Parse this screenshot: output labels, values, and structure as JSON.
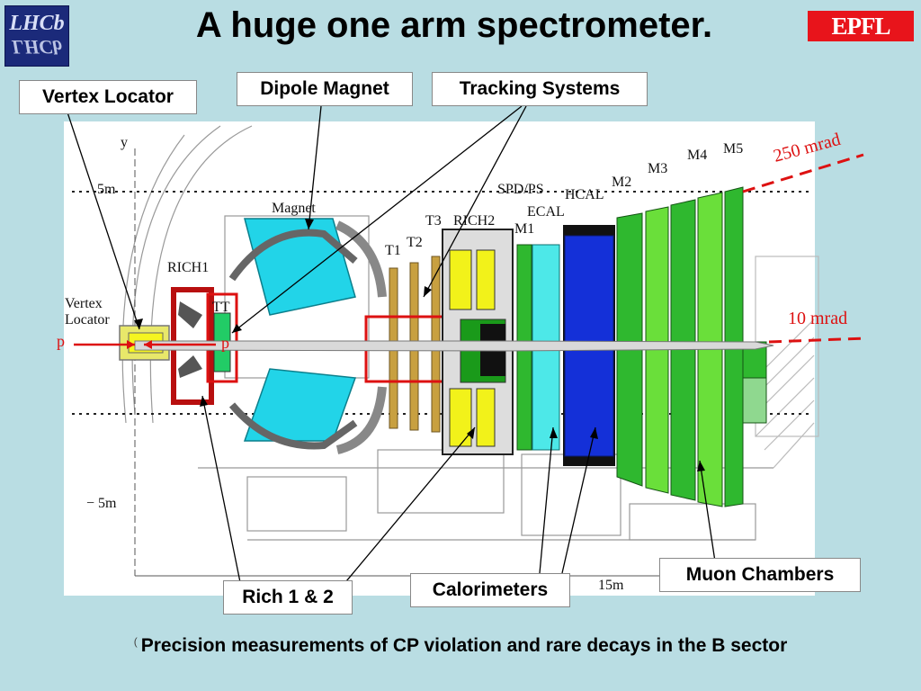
{
  "title": "A huge one arm spectrometer.",
  "logos": {
    "left_text": "LHCb",
    "left_mirror_text": "LHCb",
    "right_text": "EPFL"
  },
  "callouts": {
    "vertex_locator": "Vertex Locator",
    "dipole_magnet": "Dipole Magnet",
    "tracking_systems": "Tracking Systems",
    "rich": "Rich 1 & 2",
    "calorimeters": "Calorimeters",
    "muon_chambers": "Muon Chambers"
  },
  "diagram_labels": {
    "y_axis": "y",
    "five_m": "5m",
    "minus_five_m": "− 5m",
    "fifteen_m": "15m",
    "magnet": "Magnet",
    "rich1": "RICH1",
    "rich2": "RICH2",
    "vertex": "Vertex",
    "locator": "Locator",
    "tt": "TT",
    "t1": "T1",
    "t2": "T2",
    "t3": "T3",
    "spd_ps": "SPD/PS",
    "ecal": "ECAL",
    "hcal": "HCAL",
    "m1": "M1",
    "m2": "M2",
    "m3": "M3",
    "m4": "M4",
    "m5": "M5",
    "p_left": "p",
    "p_right": "p",
    "mrad_250": "250 mrad",
    "mrad_10": "10 mrad"
  },
  "colors": {
    "background": "#b9dde3",
    "magnet_cyan": "#22d4e8",
    "muon_green": "#2fb82f",
    "hcal_blue": "#1430d8",
    "ecal_cyan": "#4de8e8",
    "rich_yellow": "#f2f21a",
    "red_annotation": "#dd1111"
  },
  "footer": {
    "bullet": "(",
    "text": "Precision measurements of CP violation and rare decays in the B sector"
  }
}
